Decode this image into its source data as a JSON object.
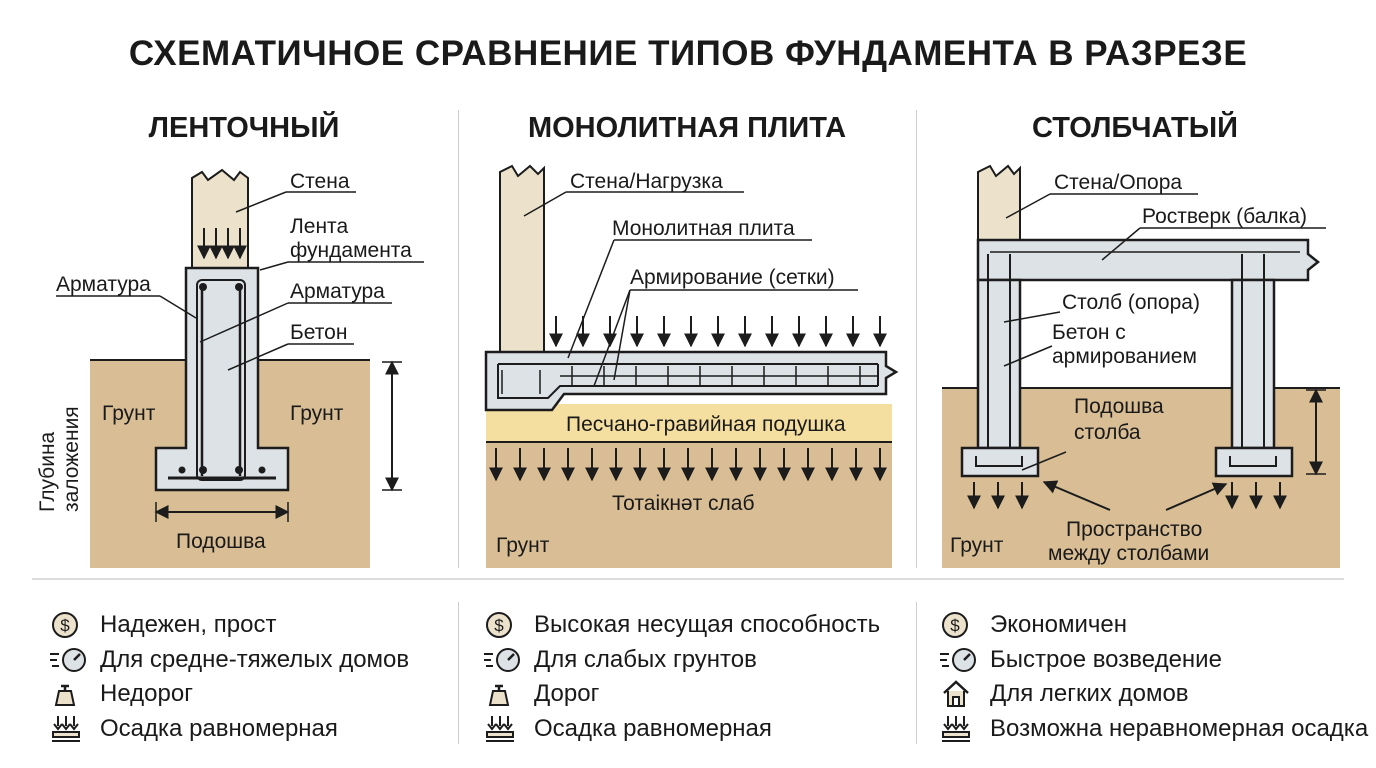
{
  "title": "СХЕМАТИЧНОЕ СРАВНЕНИЕ ТИПОВ ФУНДАМЕНТА В РАЗРЕЗЕ",
  "colors": {
    "soil": "#d8bd95",
    "concrete": "#dde2e6",
    "wall": "#ece2cc",
    "sand": "#f4dea0",
    "line": "#1c1c1c"
  },
  "sections": {
    "strip": {
      "title": "ЛЕНТОЧНЫЙ",
      "labels": {
        "wall": "Стена",
        "strip_1": "Лента",
        "strip_2": "фундамента",
        "rebar_left": "Арматура",
        "rebar_right": "Арматура",
        "concrete": "Бетон",
        "soil_left": "Грунт",
        "soil_right": "Грунт",
        "depth_1": "Глубина",
        "depth_2": "заложения",
        "sole": "Подошва"
      },
      "features": [
        {
          "icon": "dollar-icon",
          "text": "Надежен, прост"
        },
        {
          "icon": "gauge-icon",
          "text": "Для средне-тяжелых домов"
        },
        {
          "icon": "weight-icon",
          "text": "Недорог"
        },
        {
          "icon": "settlement-icon",
          "text": "Осадка равномерная"
        }
      ]
    },
    "slab": {
      "title": "МОНОЛИТНАЯ ПЛИТА",
      "labels": {
        "wall": "Стена/Нагрузка",
        "slab": "Монолитная плита",
        "mesh": "Армирование (сетки)",
        "cushion": "Песчано-гравийная подушка",
        "weak_soil": "Тотаікнәт слаб",
        "soil": "Грунт"
      },
      "features": [
        {
          "icon": "dollar-icon",
          "text": "Высокая несущая способность"
        },
        {
          "icon": "gauge-icon",
          "text": "Для слабых грунтов"
        },
        {
          "icon": "weight-icon",
          "text": "Дорог"
        },
        {
          "icon": "settlement-icon",
          "text": "Осадка равномерная"
        }
      ]
    },
    "pile": {
      "title": "СТОЛБЧАТЫЙ",
      "labels": {
        "wall": "Стена/Опора",
        "grillage": "Ростверк (балка)",
        "pillar": "Столб (опора)",
        "concrete_1": "Бетон с",
        "concrete_2": "армированием",
        "base_1": "Подошва",
        "base_2": "столба",
        "soil": "Грунт",
        "space_1": "Пространство",
        "space_2": "между столбами"
      },
      "features": [
        {
          "icon": "dollar-icon",
          "text": "Экономичен"
        },
        {
          "icon": "gauge-icon",
          "text": "Быстрое возведение"
        },
        {
          "icon": "house-icon",
          "text": "Для легких домов"
        },
        {
          "icon": "settlement-icon",
          "text": "Возможна неравномерная осадка"
        }
      ]
    }
  }
}
